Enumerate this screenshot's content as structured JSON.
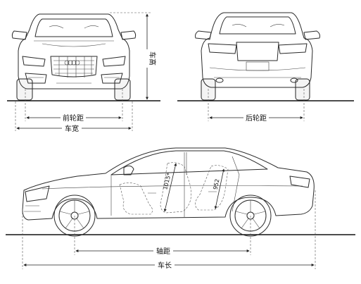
{
  "labels": {
    "front_track": "前轮距",
    "rear_track": "后轮距",
    "width": "车宽",
    "height": "车高",
    "wheelbase": "轴距",
    "length": "车长",
    "front_legroom": "1015*",
    "rear_legroom": "952"
  }
}
